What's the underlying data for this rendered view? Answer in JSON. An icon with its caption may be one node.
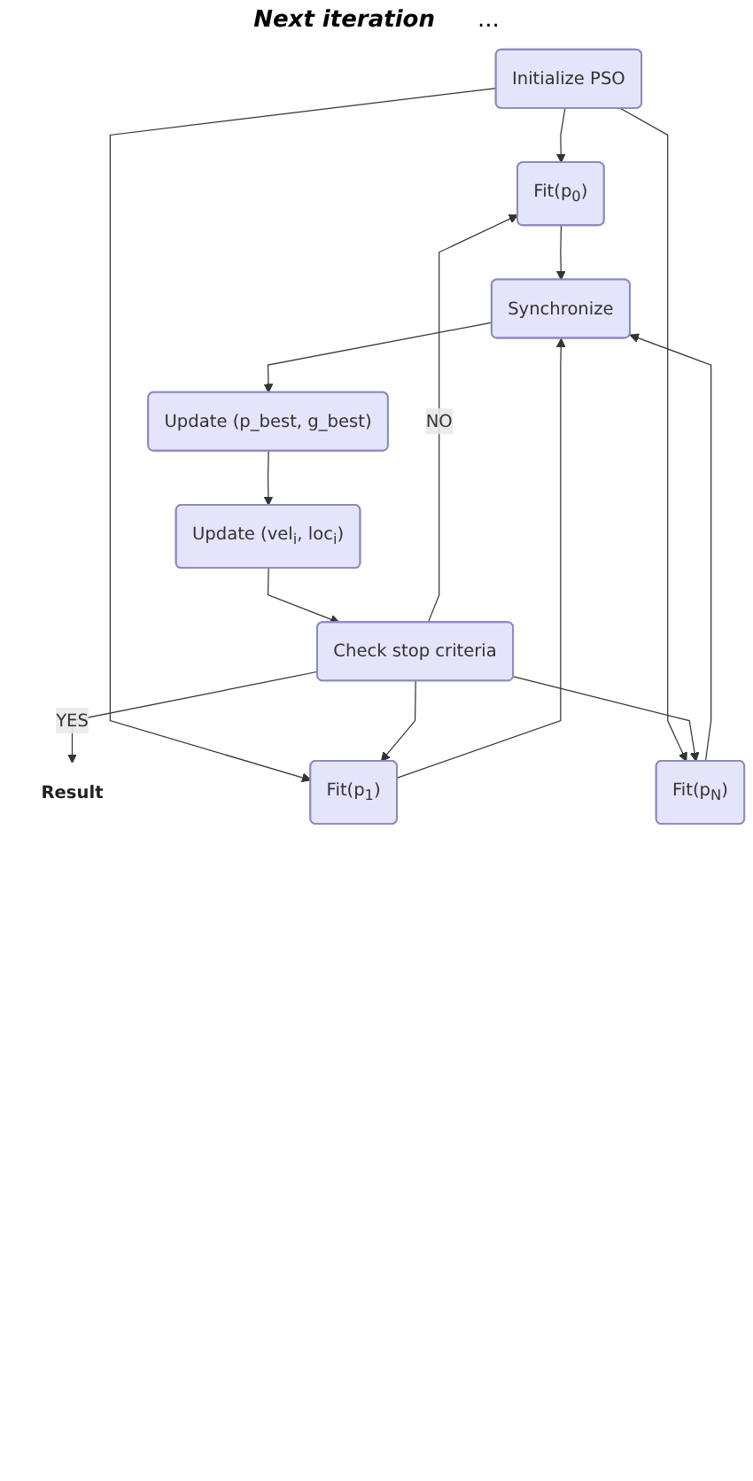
{
  "diagram": {
    "nodes": [
      {
        "text": [
          "Initialize PSO"
        ]
      },
      {
        "text": [
          "Fit(p$_{0}$)"
        ]
      },
      {
        "text": [
          "Fit(p$_{1}$)"
        ]
      },
      {
        "text": [
          "Fit(p$_{N}$)"
        ]
      },
      {
        "text": [
          "Synchronize"
        ]
      },
      {
        "text": [
          "Update (p_best, g_best)"
        ]
      },
      {
        "text": [
          "Update (vel$_{i}$, loc$_{i}$)"
        ]
      },
      {
        "text": [
          "Check stop criteria"
        ]
      },
      {
        "text": [
          "Result"
        ]
      }
    ],
    "edges": [
      {
        "from": 0,
        "to": 1,
        "arrow": "to"
      },
      {
        "from": 0,
        "to": 2,
        "arrow": "to"
      },
      {
        "from": 0,
        "to": 3,
        "arrow": "to"
      },
      {
        "from": 1,
        "to": 4,
        "arrow": "to"
      },
      {
        "from": 2,
        "to": 4,
        "arrow": "to"
      },
      {
        "from": 3,
        "to": 4,
        "arrow": "to"
      },
      {
        "from": 4,
        "to": 5,
        "arrow": "to"
      },
      {
        "from": 5,
        "to": 6,
        "arrow": "to"
      },
      {
        "from": 6,
        "to": 7,
        "arrow": "to"
      },
      {
        "from": 7,
        "to": 8,
        "label": "YES",
        "arrow": "to"
      },
      {
        "from": 7,
        "to": 1,
        "label": "NO",
        "arrow": "to"
      },
      {
        "from": 7,
        "to": 2,
        "arrow": "to"
      },
      {
        "from": 7,
        "to": 3,
        "arrow": "to"
      }
    ],
    "labels": [
      "Next iteration",
      "..."
    ]
  }
}
